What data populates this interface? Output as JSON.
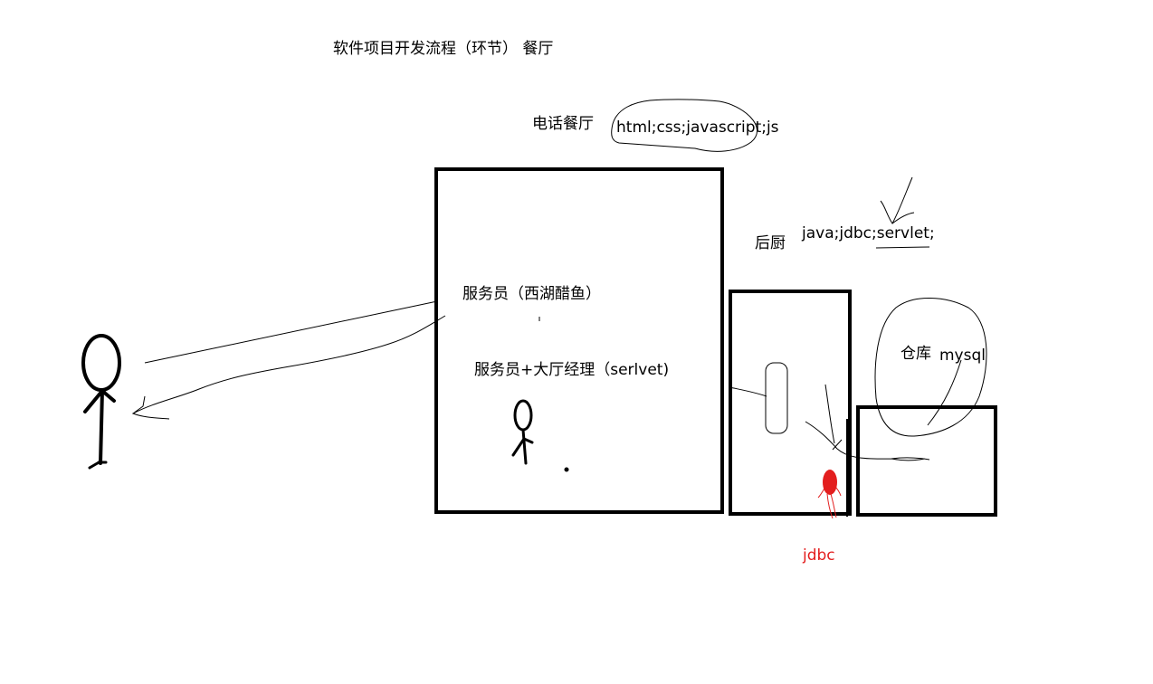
{
  "title": "软件项目开发流程（环节） 餐厅",
  "front": {
    "label": "电话餐厅",
    "tech": "html;css;javascript;js"
  },
  "dining_room": {
    "waiter_label": "服务员（西湖醋鱼）",
    "waiter_manager_label": "服务员+大厅经理（serlvet)"
  },
  "kitchen": {
    "label": "后厨",
    "tech": "java;jdbc;servlet;"
  },
  "warehouse": {
    "label": "仓库",
    "tech": "mysql"
  },
  "connector": {
    "label": "jdbc",
    "color": "#e31e1e"
  },
  "colors": {
    "ink": "#000000",
    "accent": "#e31e1e"
  }
}
